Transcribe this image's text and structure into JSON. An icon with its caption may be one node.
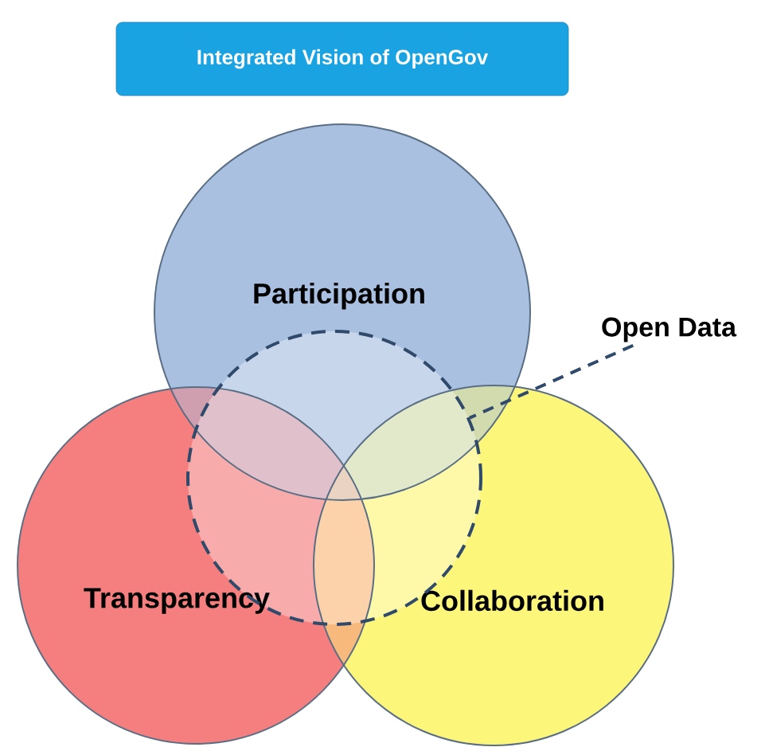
{
  "diagram": {
    "nodes": [
      {
        "text": [
          "Integrated Vision of OpenGov"
        ]
      },
      {
        "text": [
          "Participation"
        ]
      },
      {
        "text": [
          "Transparency"
        ]
      },
      {
        "text": [
          "Collaboration"
        ]
      },
      {
        "text": [
          "Open Data"
        ]
      },
      {
        "text": [],
        "shape": "circle"
      }
    ],
    "edges": [
      {
        "from": 4,
        "to": 5,
        "arrow": "none",
        "style": "dashed"
      }
    ]
  }
}
